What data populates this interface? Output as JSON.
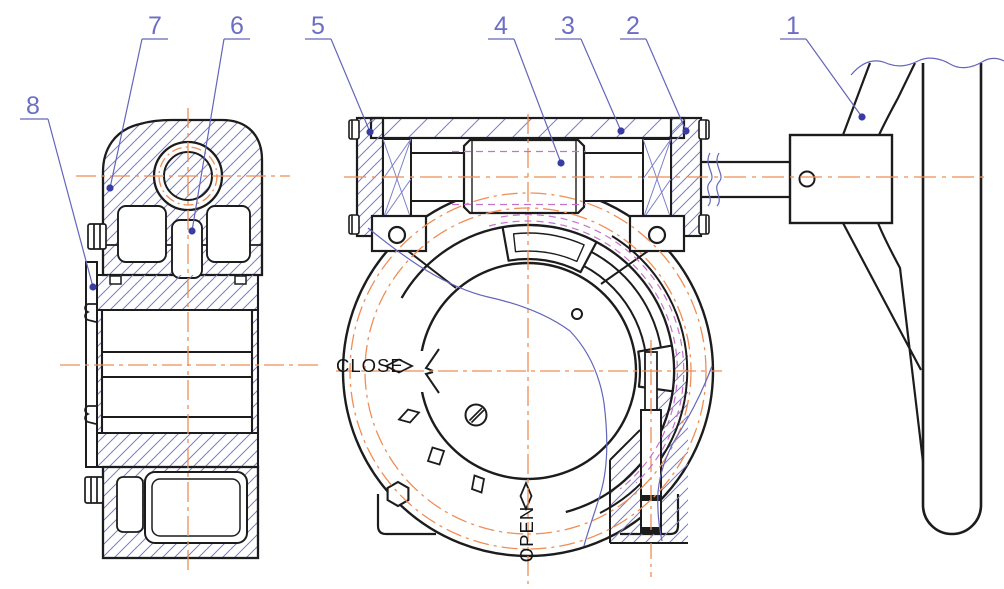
{
  "drawing": {
    "type": "engineering-section-drawing",
    "subject": "worm-gear valve operator with handwheel, side section view and front section view",
    "labels": {
      "close": "CLOSE",
      "open": "OPEN"
    },
    "callouts": [
      {
        "label": "1",
        "points_to": "handwheel-spoke"
      },
      {
        "label": "2",
        "points_to": "right-end-cap"
      },
      {
        "label": "3",
        "points_to": "top-cover-plate"
      },
      {
        "label": "4",
        "points_to": "worm"
      },
      {
        "label": "5",
        "points_to": "left-end-cap"
      },
      {
        "label": "6",
        "points_to": "housing-web"
      },
      {
        "label": "7",
        "points_to": "housing-flange"
      },
      {
        "label": "8",
        "points_to": "mounting-plate"
      }
    ],
    "colors": {
      "outline": "#1c1c1c",
      "centerline_orange": "#ef8e55",
      "hatch_blue": "#7b7ecb",
      "leader_blue": "#6366bb",
      "leader_dot_blue": "#383ca3",
      "hidden_magenta": "#c473c8",
      "background": "#ffffff"
    }
  }
}
